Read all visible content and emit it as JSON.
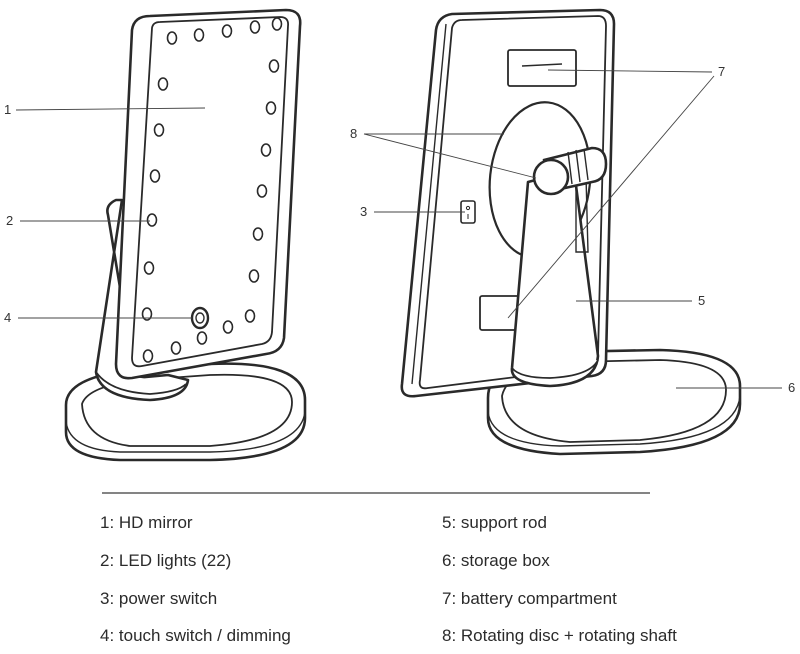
{
  "callouts": {
    "c1": "1",
    "c2": "2",
    "c3": "3",
    "c4": "4",
    "c5": "5",
    "c6": "6",
    "c7": "7",
    "c8": "8"
  },
  "legend": [
    "1: HD mirror",
    "2: LED lights (22)",
    "3: power switch",
    "4: touch switch / dimming",
    "5: support rod",
    "6: storage box",
    "7: battery compartment",
    "8: Rotating disc + rotating shaft"
  ],
  "colors": {
    "outline": "#2a2a2a",
    "background": "#ffffff"
  }
}
